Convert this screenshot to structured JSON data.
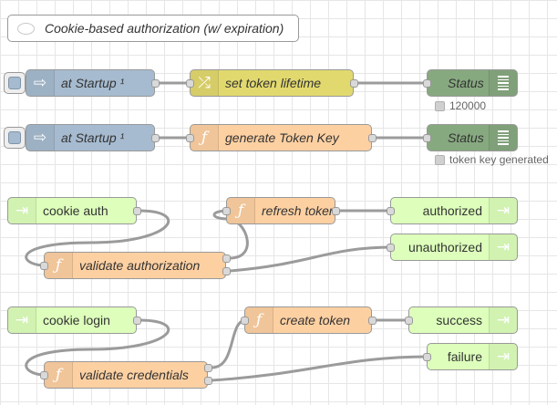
{
  "comment": {
    "text": "Cookie-based authorization (w/ expiration)"
  },
  "nodes": {
    "inject1": {
      "label": "at Startup ¹"
    },
    "change1": {
      "label": "set token lifetime"
    },
    "status1": {
      "label": "Status",
      "status_text": "120000"
    },
    "inject2": {
      "label": "at Startup ¹"
    },
    "func_token_key": {
      "label": "generate Token Key"
    },
    "status2": {
      "label": "Status",
      "status_text": "token key generated"
    },
    "cookie_auth": {
      "label": "cookie auth"
    },
    "refresh_token": {
      "label": "refresh token"
    },
    "authorized": {
      "label": "authorized"
    },
    "validate_auth": {
      "label": "validate authorization"
    },
    "unauthorized": {
      "label": "unauthorized"
    },
    "cookie_login": {
      "label": "cookie login"
    },
    "create_token": {
      "label": "create token"
    },
    "success": {
      "label": "success"
    },
    "validate_creds": {
      "label": "validate credentials"
    },
    "failure": {
      "label": "failure"
    }
  },
  "colors": {
    "inject": "#a6bbcf",
    "change": "#e2d96e",
    "debug": "#87a980",
    "function": "#fdd0a2",
    "link": "#ddffbb",
    "grid": "#e6e6e6",
    "wire": "#9b9b9b"
  },
  "icons": {
    "inject": "arrow-in-icon",
    "change": "shuffle-icon",
    "debug": "list-icon",
    "function": "function-icon",
    "link_in": "link-in-icon",
    "link_out": "link-out-icon"
  }
}
